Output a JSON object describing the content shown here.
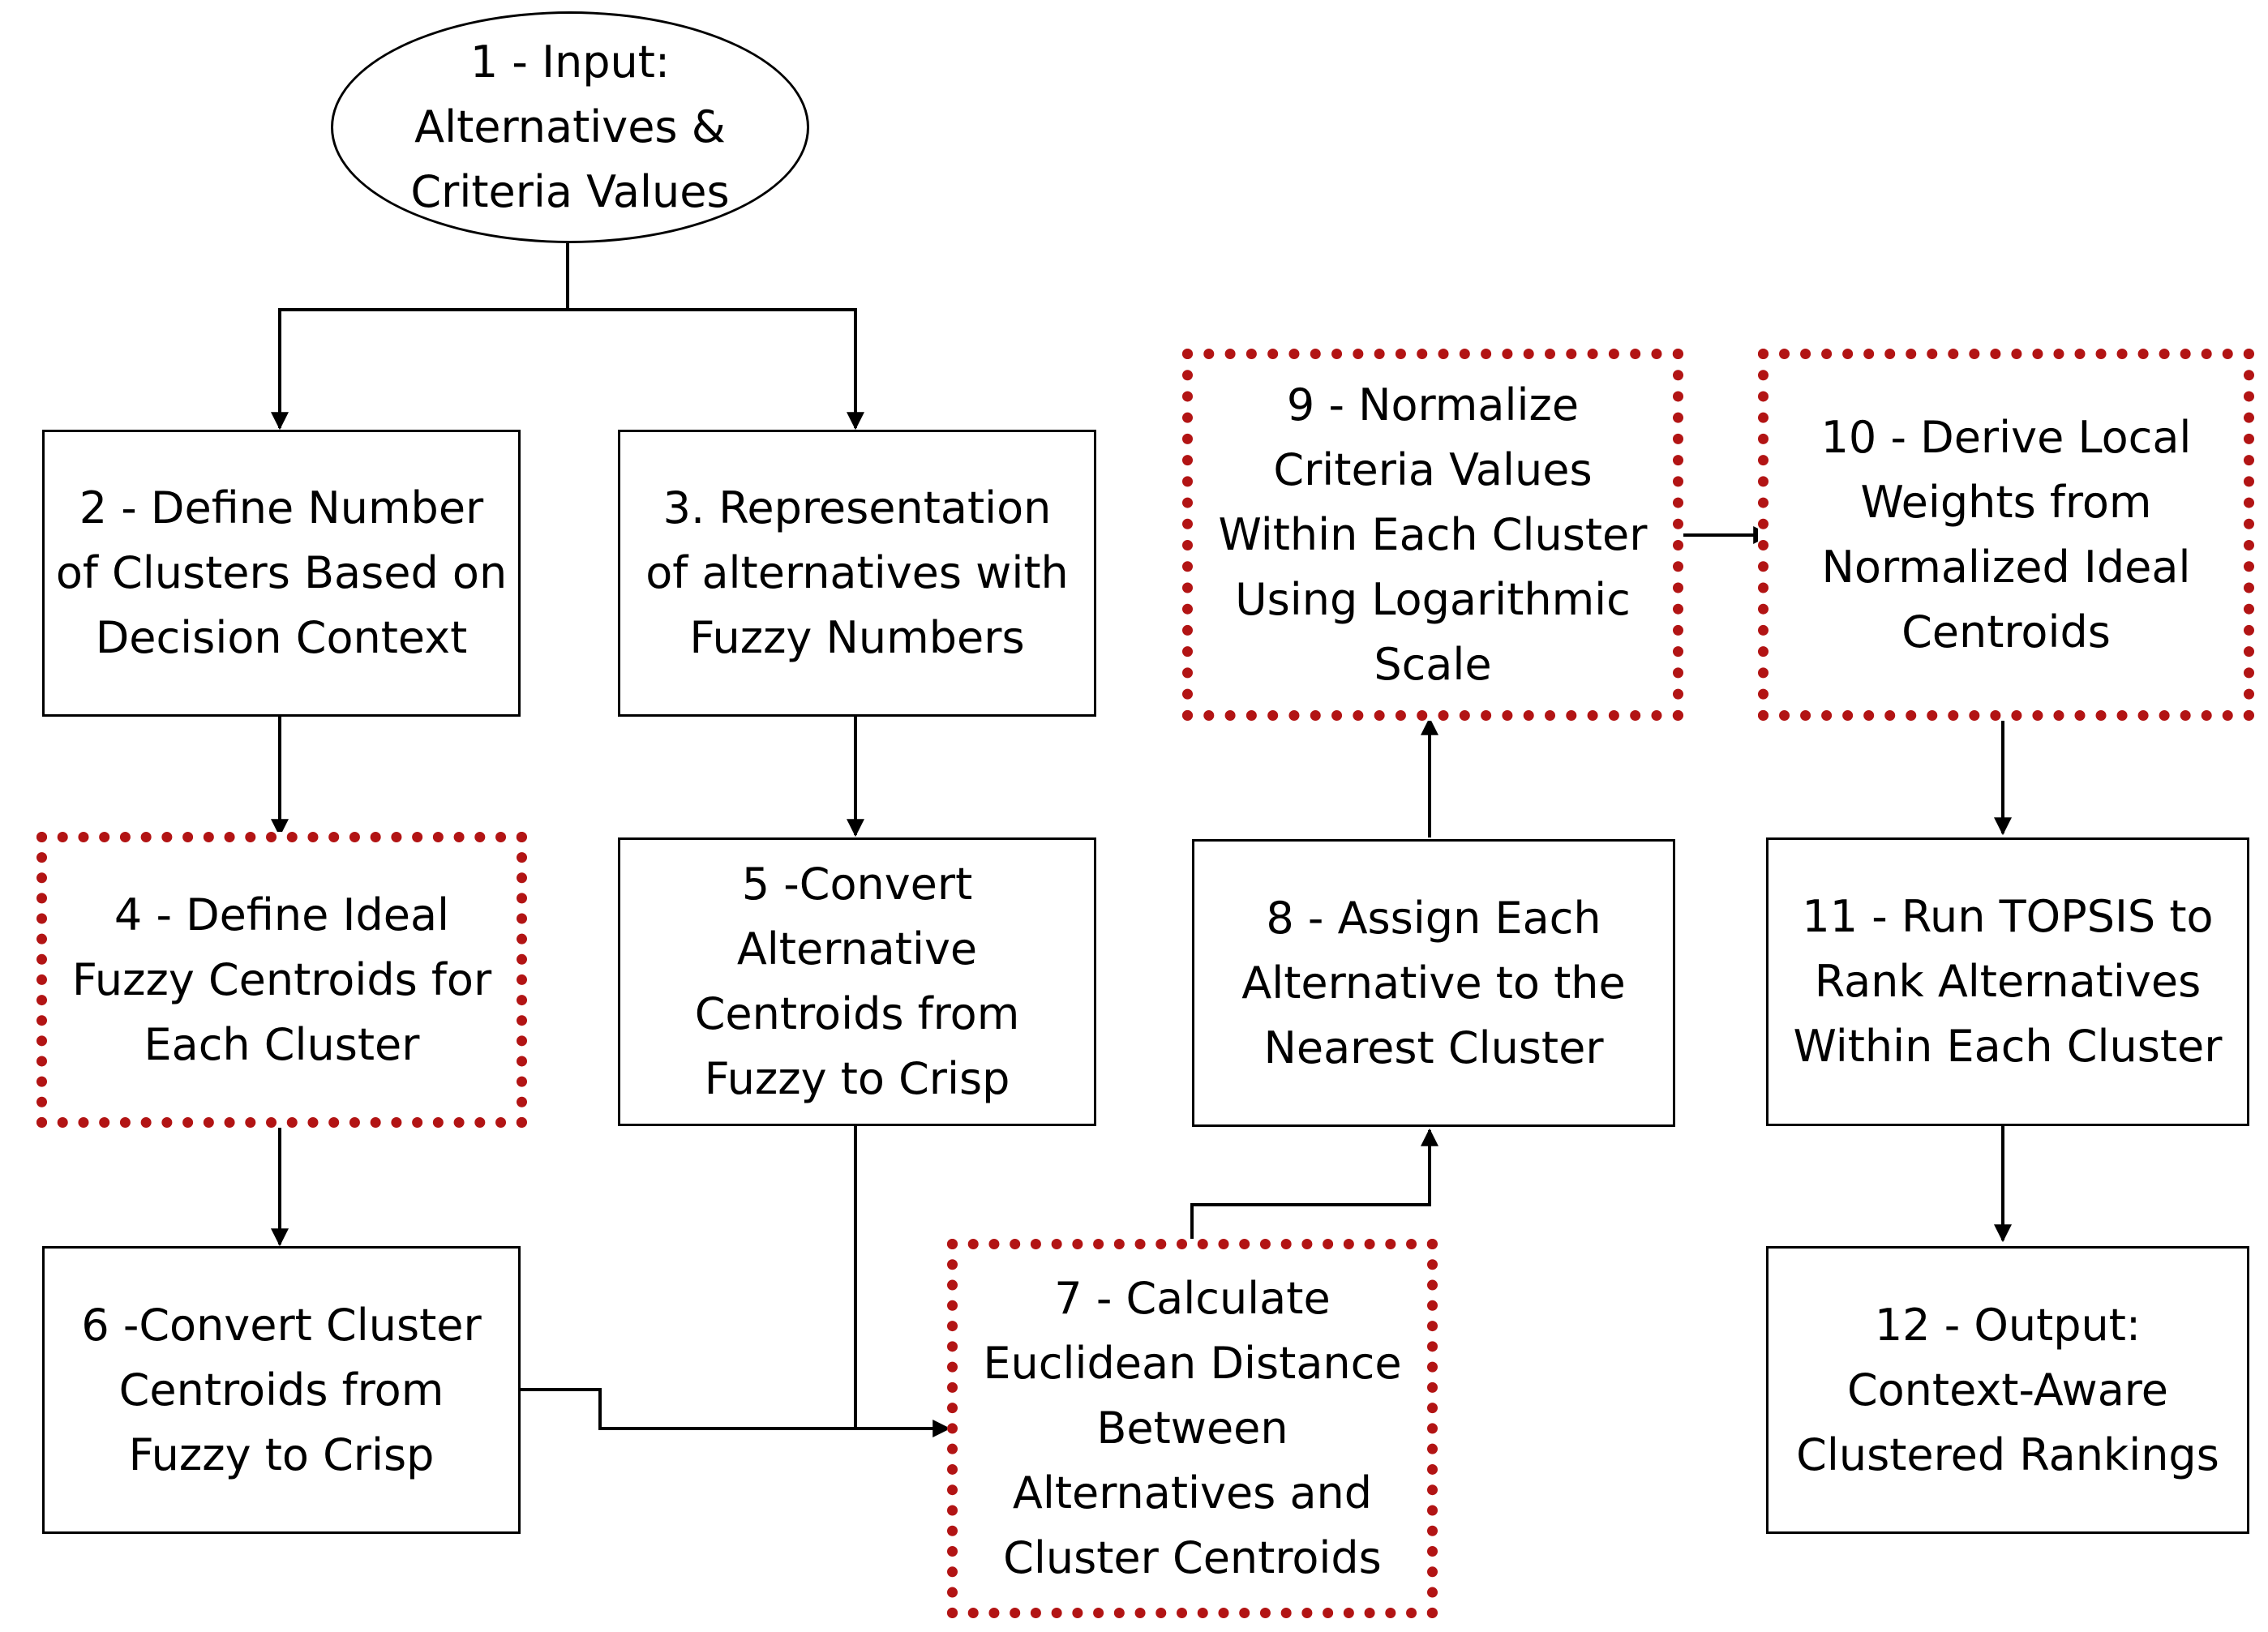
{
  "nodes": {
    "n1": {
      "text": "1 - Input:\nAlternatives &\nCriteria Values",
      "style": "ellipse"
    },
    "n2": {
      "text": "2 - Define Number\nof Clusters Based on\nDecision Context",
      "style": "solid"
    },
    "n3": {
      "text": "3. Representation\nof alternatives with\nFuzzy Numbers",
      "style": "solid"
    },
    "n4": {
      "text": "4 - Define Ideal\nFuzzy Centroids for\nEach Cluster",
      "style": "dotted"
    },
    "n5": {
      "text": "5 -Convert\nAlternative\nCentroids from\nFuzzy to Crisp",
      "style": "solid"
    },
    "n6": {
      "text": "6 -Convert Cluster\nCentroids from\nFuzzy to Crisp",
      "style": "solid"
    },
    "n7": {
      "text": "7 - Calculate\nEuclidean Distance\nBetween\nAlternatives and\nCluster Centroids",
      "style": "dotted"
    },
    "n8": {
      "text": "8 - Assign Each\nAlternative to the\nNearest Cluster",
      "style": "solid"
    },
    "n9": {
      "text": "9 - Normalize\nCriteria Values\nWithin Each Cluster\nUsing Logarithmic\nScale",
      "style": "dotted"
    },
    "n10": {
      "text": "10 - Derive Local\nWeights from\nNormalized Ideal\nCentroids",
      "style": "dotted"
    },
    "n11": {
      "text": "11 - Run TOPSIS to\nRank Alternatives\nWithin Each Cluster",
      "style": "solid"
    },
    "n12": {
      "text": "12 - Output:\nContext-Aware\nClustered Rankings",
      "style": "solid"
    }
  },
  "edges": [
    {
      "from": "n1",
      "to": "n2"
    },
    {
      "from": "n1",
      "to": "n3"
    },
    {
      "from": "n2",
      "to": "n4"
    },
    {
      "from": "n3",
      "to": "n5"
    },
    {
      "from": "n4",
      "to": "n6"
    },
    {
      "from": "n5",
      "to": "n7"
    },
    {
      "from": "n6",
      "to": "n7"
    },
    {
      "from": "n7",
      "to": "n8"
    },
    {
      "from": "n8",
      "to": "n9"
    },
    {
      "from": "n9",
      "to": "n10"
    },
    {
      "from": "n10",
      "to": "n11"
    },
    {
      "from": "n11",
      "to": "n12"
    }
  ],
  "colors": {
    "line": "#000000",
    "dotted_border": "#b21414",
    "background": "#ffffff"
  }
}
